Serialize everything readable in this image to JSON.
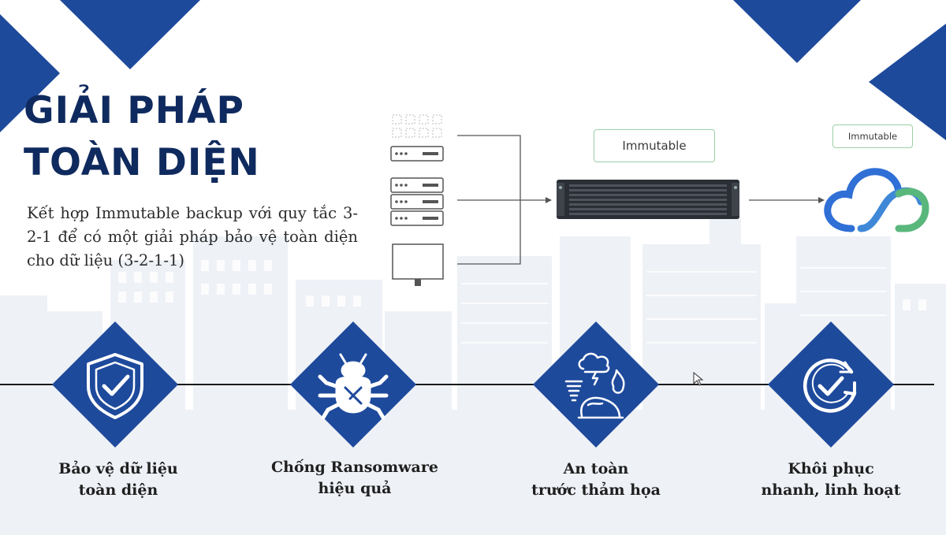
{
  "title": {
    "line1": "GIẢI PHÁP",
    "line2": "TOÀN DIỆN"
  },
  "description": "Kết hợp Immutable backup với quy tắc 3-2-1 để có một giải pháp bảo vệ toàn diện cho dữ liệu (3-2-1-1)",
  "diagram": {
    "storage_tag": "Immutable",
    "cloud_tag": "Immutable"
  },
  "features": [
    {
      "line1": "Bảo vệ dữ liệu",
      "line2": "toàn diện",
      "icon": "shield-check-icon"
    },
    {
      "line1": "Chống Ransomware",
      "line2": "hiệu quả",
      "icon": "bug-icon"
    },
    {
      "line1": "An toàn",
      "line2": "trước thảm họa",
      "icon": "disaster-icon"
    },
    {
      "line1": "Khôi phục",
      "line2": "nhanh, linh hoạt",
      "icon": "recovery-check-icon"
    }
  ],
  "colors": {
    "brand_navy": "#1e4a9c",
    "title_navy": "#0f2a5e",
    "cloud_blue": "#2f6fd6",
    "cloud_green": "#5ab77c",
    "skyline_gray": "#eceff5"
  }
}
